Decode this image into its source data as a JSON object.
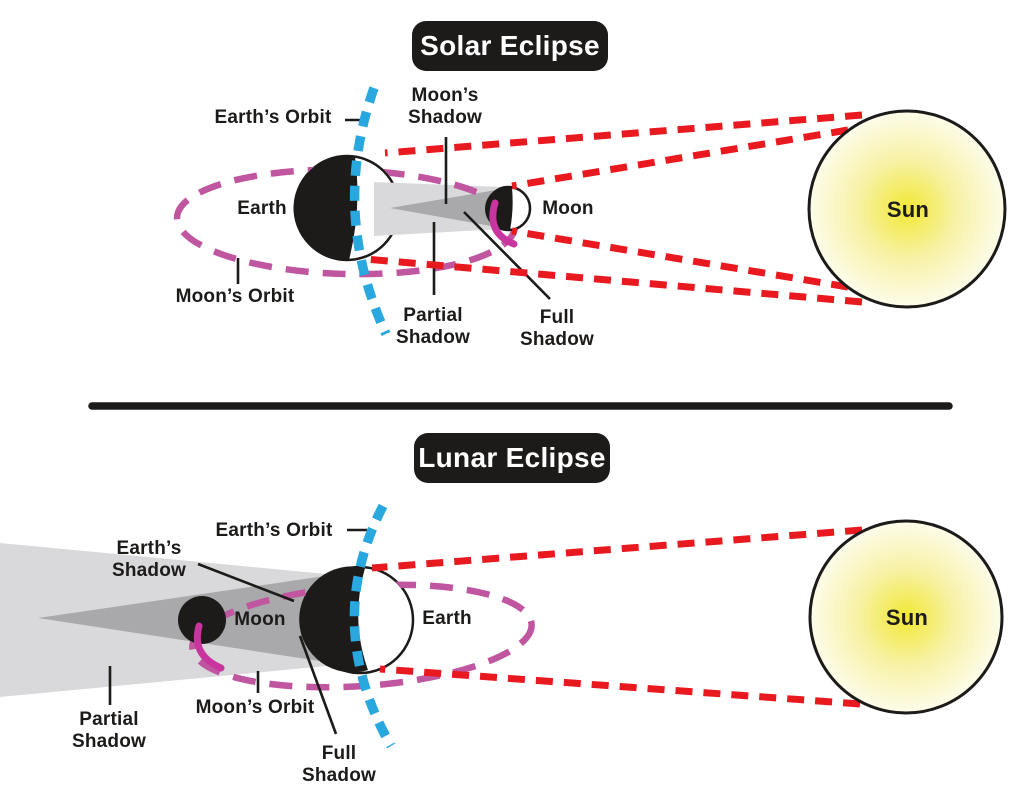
{
  "solar": {
    "title": "Solar Eclipse",
    "labels": {
      "earths_orbit": "Earth’s Orbit",
      "moons_shadow": "Moon’s\nShadow",
      "earth": "Earth",
      "moon": "Moon",
      "moons_orbit": "Moon’s Orbit",
      "partial_shadow": "Partial\nShadow",
      "full_shadow": "Full\nShadow",
      "sun": "Sun"
    }
  },
  "lunar": {
    "title": "Lunar Eclipse",
    "labels": {
      "earths_orbit": "Earth’s Orbit",
      "earths_shadow": "Earth’s\nShadow",
      "moon": "Moon",
      "earth": "Earth",
      "moons_orbit": "Moon’s Orbit",
      "partial_shadow": "Partial\nShadow",
      "full_shadow": "Full\nShadow",
      "sun": "Sun"
    }
  },
  "colors": {
    "sun_ray_red": "#e8191f",
    "earth_orbit_blue": "#29a8e0",
    "moon_orbit_pink": "#c0569f",
    "moon_orbit_bright_pink": "#c9359f",
    "partial_shadow_gray": "#d9d9db",
    "full_shadow_gray": "#a9a9ac",
    "sun_core_yellow": "#f1e833",
    "sun_edge_yellow": "#fdfce9",
    "body_black": "#1d1b19"
  }
}
